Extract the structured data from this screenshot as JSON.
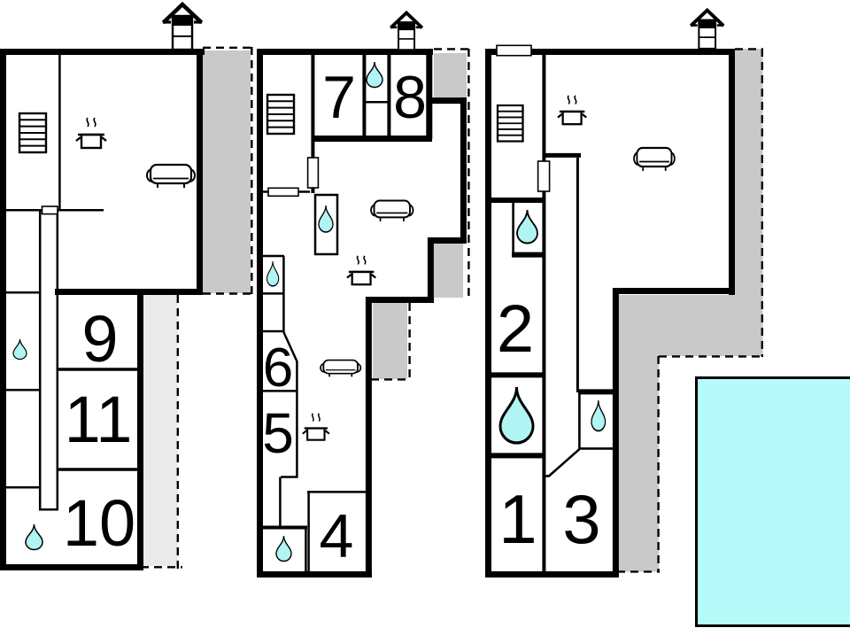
{
  "colors": {
    "background": "#ffffff",
    "wall": "#000000",
    "terrace_dark": "#c9c9c9",
    "terrace_light": "#eaeaea",
    "water_feature": "#b0f4f4",
    "pool": "#b6fafa"
  },
  "plans": {
    "left": {
      "rooms": {
        "r9": "9",
        "r11": "11",
        "r10": "10"
      }
    },
    "middle": {
      "rooms": {
        "r7": "7",
        "r8": "8",
        "r6": "6",
        "r5": "5",
        "r4": "4"
      }
    },
    "right": {
      "rooms": {
        "r2": "2",
        "r1": "1",
        "r3": "3"
      }
    }
  },
  "icons": {
    "chimney": "chimney-icon",
    "stairs": "stairs-icon",
    "stove": "stove-icon",
    "sofa": "sofa-icon",
    "water_drop": "water-drop-icon",
    "door": "door-marker",
    "terrace": "terrace-area",
    "pool": "swimming-pool"
  }
}
